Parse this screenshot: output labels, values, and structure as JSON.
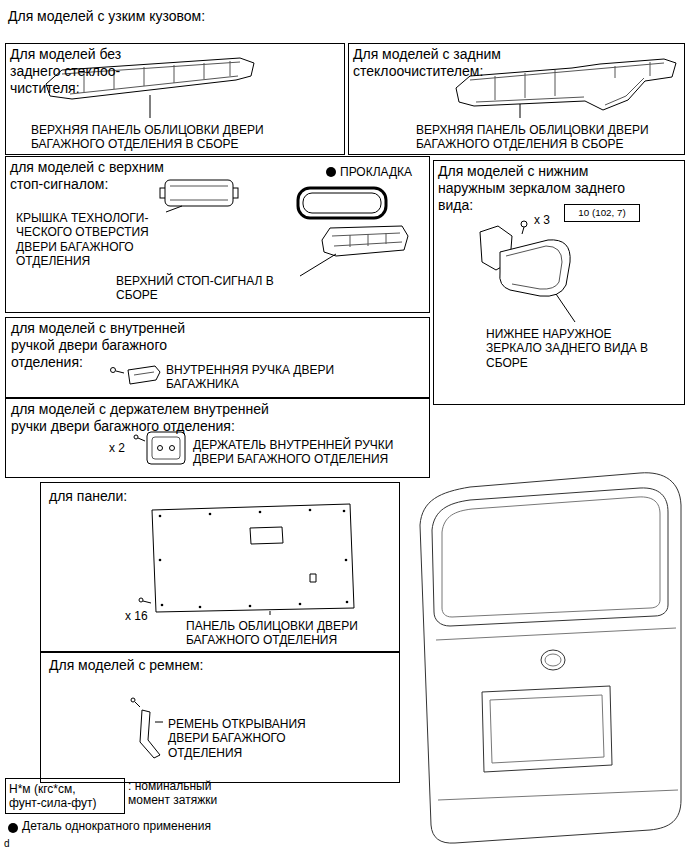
{
  "diagram": {
    "title": "Для моделей с узким кузовом:",
    "nodes": [
      {
        "text": [
          "Для моделей без заднего стеклоо-чистителя:",
          "ВЕРХНЯЯ ПАНЕЛЬ ОБЛИЦОВКИ ДВЕРИ БАГАЖНОГО ОТДЕЛЕНИЯ В СБОРЕ"
        ]
      },
      {
        "text": [
          "Для моделей с задним стеклоочистителем:",
          "ВЕРХНЯЯ ПАНЕЛЬ ОБЛИЦОВКИ ДВЕРИ БАГАЖНОГО ОТДЕЛЕНИЯ В СБОРЕ"
        ]
      },
      {
        "text": [
          "для моделей с верхним стоп-сигналом:",
          "КРЫШКА ТЕХНОЛОГИ-ЧЕСКОГО ОТВЕРСТИЯ ДВЕРИ БАГАЖНОГО ОТДЕЛЕНИЯ",
          "ПРОКЛАДКА",
          "ВЕРХНИЙ СТОП-СИГНАЛ В СБОРЕ"
        ]
      },
      {
        "text": [
          "Для моделей с нижним наружным зеркалом заднего вида:",
          "x 3",
          "НИЖНЕЕ НАРУЖНОЕ ЗЕРКАЛО ЗАДНЕГО ВИДА В СБОРЕ"
        ]
      },
      {
        "text": [
          "10 (102, 7)"
        ],
        "in": 3
      },
      {
        "text": [
          "для моделей с внутренней ручкой двери багажного отделения:",
          "ВНУТРЕННЯЯ РУЧКА ДВЕРИ БАГАЖНИКА"
        ]
      },
      {
        "text": [
          "для моделей с держателем внутренней ручки двери багажного отделения:",
          "x 2",
          "ДЕРЖАТЕЛЬ ВНУТРЕННЕЙ РУЧКИ ДВЕРИ БАГАЖНОГО ОТДЕЛЕНИЯ"
        ]
      },
      {
        "text": [
          "для панели:",
          "x 16",
          "ПАНЕЛЬ ОБЛИЦОВКИ ДВЕРИ БАГАЖНОГО ОТДЕЛЕНИЯ"
        ]
      },
      {
        "text": [
          "Для моделей с ремнем:",
          "РЕМЕНЬ ОТКРЫВАНИЯ ДВЕРИ БАГАЖНОГО ОТДЕЛЕНИЯ"
        ]
      },
      {
        "text": [
          "Н*м (кгс*см, фунт-сила-фут)"
        ]
      }
    ],
    "labels": [
      ": номинальный момент затяжки",
      "d"
    ],
    "legend": [
      {
        "text": "Деталь однократного применения",
        "color": "#000000"
      }
    ]
  }
}
